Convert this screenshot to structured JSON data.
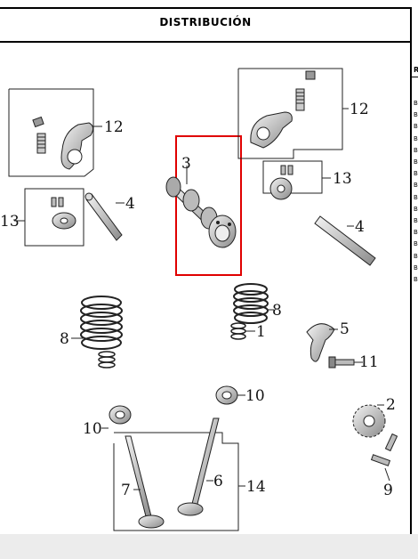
{
  "header": {
    "title": "DISTRIBUCIÓN"
  },
  "side_panel": {
    "header_letter": "R",
    "row_letter": "B",
    "row_count": 16
  },
  "callouts": {
    "c3": "3",
    "c12a": "12",
    "c12b": "12",
    "c13a": "13",
    "c13b": "13",
    "c4a": "4",
    "c4b": "4",
    "c8a": "8",
    "c8b": "8",
    "c1": "1",
    "c5": "5",
    "c11": "11",
    "c2": "2",
    "c9": "9",
    "c10a": "10",
    "c10b": "10",
    "c7": "7",
    "c6": "6",
    "c14": "14"
  },
  "colors": {
    "highlight": "#e00000",
    "ink": "#111111"
  }
}
